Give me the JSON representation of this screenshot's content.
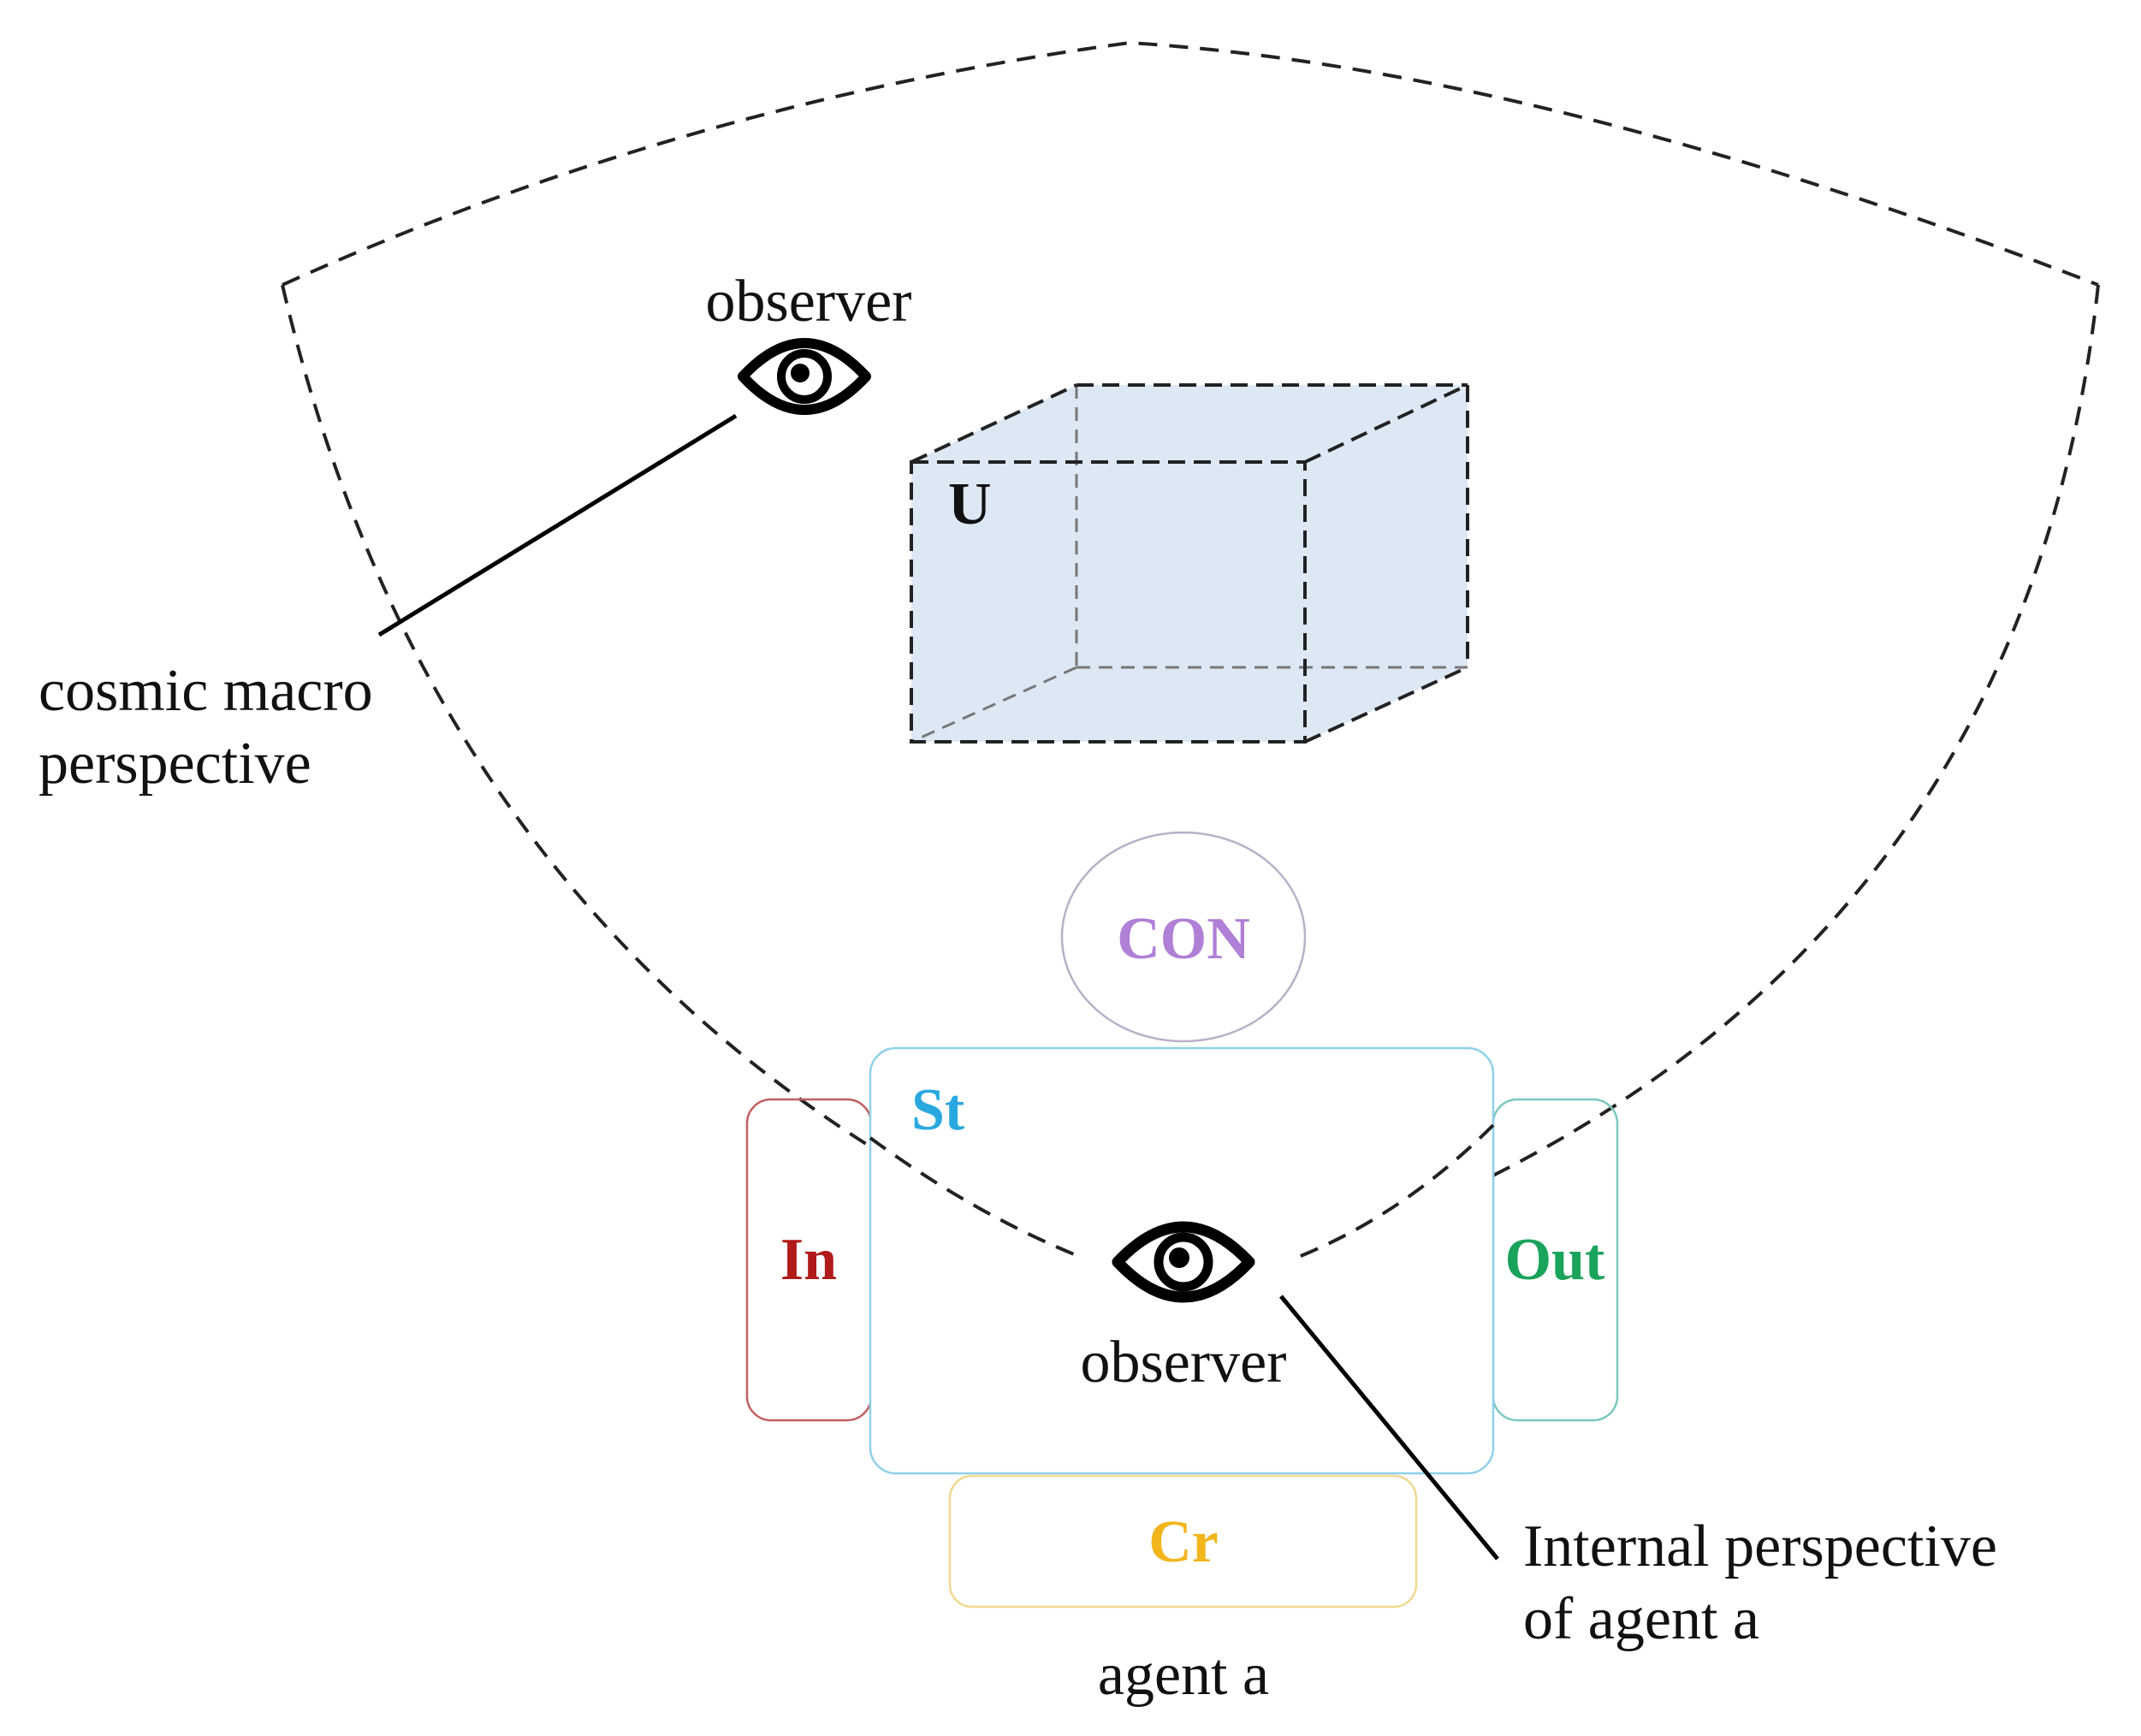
{
  "observers": {
    "top_label": "observer",
    "bottom_label": "observer"
  },
  "callouts": {
    "cosmic_line1": "cosmic macro",
    "cosmic_line2": "perspective",
    "internal_line1": "Internal perspective",
    "internal_line2": "of agent a"
  },
  "universe": {
    "label": "U",
    "fill_color": "#dde8f5"
  },
  "agent": {
    "name": "agent a",
    "components": {
      "con": {
        "label": "CON",
        "color": "#b07fd6"
      },
      "st": {
        "label": "St",
        "color": "#29a8e0"
      },
      "in": {
        "label": "In",
        "color": "#b01a1a"
      },
      "out": {
        "label": "Out",
        "color": "#1aa35a"
      },
      "cr": {
        "label": "Cr",
        "color": "#f2b51c"
      }
    },
    "box_colors": {
      "con": "#b8b0c8",
      "st": "#8fd0ea",
      "in": "#c06060",
      "out": "#7cc8c0",
      "cr": "#f0d890"
    }
  },
  "icons": {
    "eye": "eye-icon"
  }
}
